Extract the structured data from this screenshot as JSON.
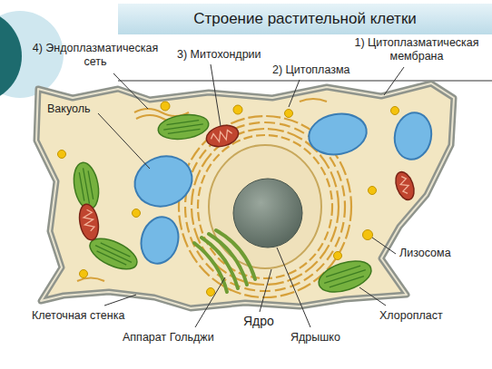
{
  "diagram": {
    "title": "Строение растительной клетки",
    "labels": [
      "4) Эндоплазматическая сеть",
      "3) Митохондрии",
      "2) Цитоплазма",
      "1) Цитоплазматическая мембрана",
      "Вакуоль",
      "Лизосома",
      "Клеточная стенка",
      "Хлоропласт",
      "Аппарат Гольджи",
      "Ядро",
      "Ядрышко"
    ]
  }
}
